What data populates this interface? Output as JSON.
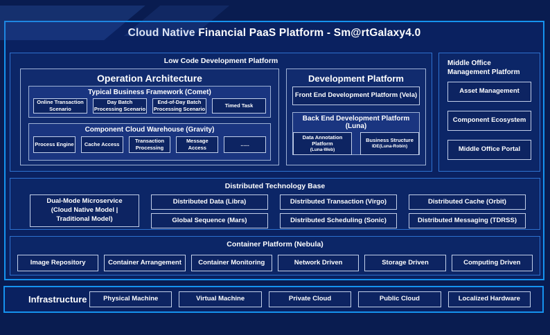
{
  "title": "Cloud Native Financial PaaS Platform - Sm@rtGalaxy4.0",
  "colors": {
    "background": "#091c50",
    "frame_border": "#1593ef",
    "section_border": "#2e72d0",
    "panel_border": "#9fb2d6",
    "leaf_border": "#c3d0ea",
    "text": "#ffffff"
  },
  "low_code": {
    "label": "Low Code Development Platform",
    "operation_architecture": {
      "title": "Operation Architecture",
      "typical_business": {
        "title": "Typical Business Framework (Comet)",
        "items": [
          "Online Transaction Scenario",
          "Day Batch Processing Scenario",
          "End-of-Day Batch Processing Scenario",
          "Timed Task"
        ]
      },
      "component_cloud": {
        "title": "Component Cloud Warehouse (Gravity)",
        "items": [
          "Process Engine",
          "Cache Access",
          "Transaction Processing",
          "Message Access",
          "......"
        ]
      }
    },
    "development_platform": {
      "title": "Development Platform",
      "front_end": "Front End Development Platform (Vela)",
      "back_end": {
        "title": "Back End Development Platform (Luna)",
        "items": [
          {
            "text": "Data Annotation Platform",
            "sub": "(Luna-Web)"
          },
          {
            "text": "Business Structure",
            "sub": "IDE(Luna-Robin)"
          }
        ]
      }
    }
  },
  "middle_office": {
    "label": "Middle Office Management Platform",
    "items": [
      "Asset Management",
      "Component Ecosystem",
      "Middle Office Portal"
    ]
  },
  "distributed": {
    "label": "Distributed Technology Base",
    "dual_mode": "Dual-Mode Microservice (Cloud Native Model | Traditional Model)",
    "grid": [
      "Distributed Data (Libra)",
      "Distributed Transaction (Virgo)",
      "Distributed Cache (Orbit)",
      "Global Sequence (Mars)",
      "Distributed Scheduling (Sonic)",
      "Distributed Messaging (TDRSS)"
    ]
  },
  "container_platform": {
    "label": "Container Platform (Nebula)",
    "items": [
      "Image Repository",
      "Container Arrangement",
      "Container Monitoring",
      "Network Driven",
      "Storage Driven",
      "Computing Driven"
    ]
  },
  "infrastructure": {
    "label": "Infrastructure",
    "items": [
      "Physical Machine",
      "Virtual Machine",
      "Private Cloud",
      "Public Cloud",
      "Localized Hardware"
    ]
  }
}
